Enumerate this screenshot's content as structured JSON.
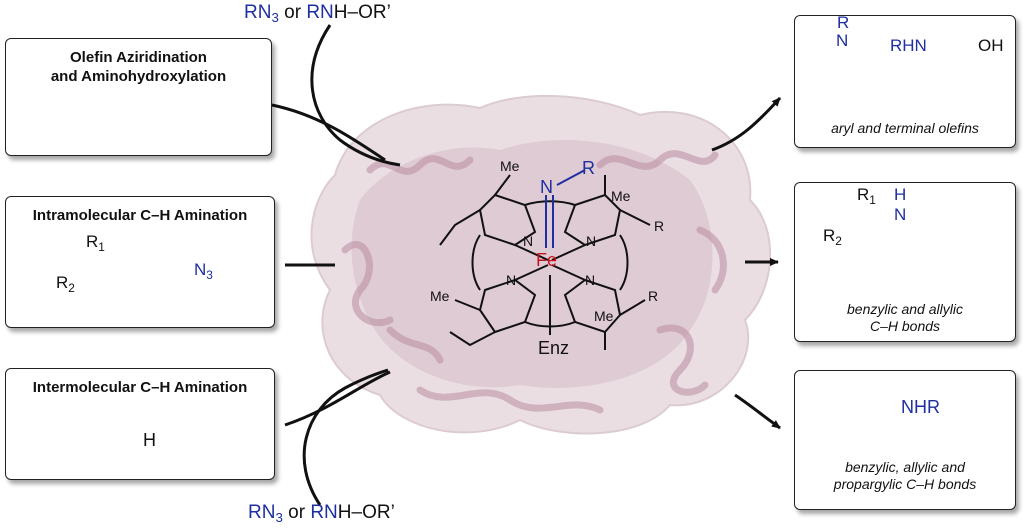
{
  "reagent_top": {
    "a": "RN",
    "a_sub": "3",
    "or": "or",
    "b": "RN",
    "c": "H–OR’"
  },
  "reagent_bottom": {
    "a": "RN",
    "a_sub": "3",
    "or": "or",
    "b": "RN",
    "c": "H–OR’"
  },
  "left_boxes": [
    {
      "title_line1": "Olefin Aziridination",
      "title_line2": "and Aminohydroxylation"
    },
    {
      "title": "Intramolecular C–H Amination",
      "labels": {
        "r1": "R",
        "r1_sub": "1",
        "r2": "R",
        "r2_sub": "2",
        "n3": "N",
        "n3_sub": "3"
      }
    },
    {
      "title": "Intermolecular C–H Amination",
      "labels": {
        "h": "H"
      }
    }
  ],
  "right_boxes": [
    {
      "caption": "aryl and terminal olefins",
      "labels": {
        "r": "R",
        "n": "N",
        "rhn": "RHN",
        "oh": "OH"
      }
    },
    {
      "caption_line1": "benzylic and allylic",
      "caption_line2": "C–H bonds",
      "labels": {
        "r1": "R",
        "r1_sub": "1",
        "h": "H",
        "n": "N",
        "r2": "R",
        "r2_sub": "2"
      }
    },
    {
      "caption_line1": "benzylic, allylic and",
      "caption_line2": "propargylic C–H bonds",
      "labels": {
        "nhr": "NHR"
      }
    }
  ],
  "center": {
    "fe": "Fe",
    "n_top": "N",
    "r_top": "R",
    "enz": "Enz",
    "me1": "Me",
    "me2": "Me",
    "me3": "Me",
    "me4": "Me",
    "r_right1": "R",
    "r_right2": "R",
    "n1": "N",
    "n2": "N",
    "n3": "N",
    "n4": "N"
  },
  "colors": {
    "blue": "#1f2fa0",
    "red": "#c8141e",
    "protein": "#c9a6b4"
  }
}
